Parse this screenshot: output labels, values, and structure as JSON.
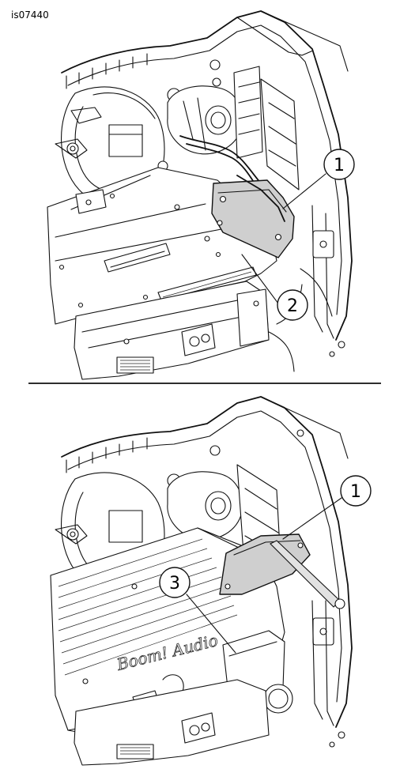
{
  "figure_id": "is07440",
  "brand_text": "Boom! Audio",
  "callouts": {
    "top_1": "1",
    "top_2": "2",
    "bottom_1": "1",
    "bottom_3": "3"
  }
}
